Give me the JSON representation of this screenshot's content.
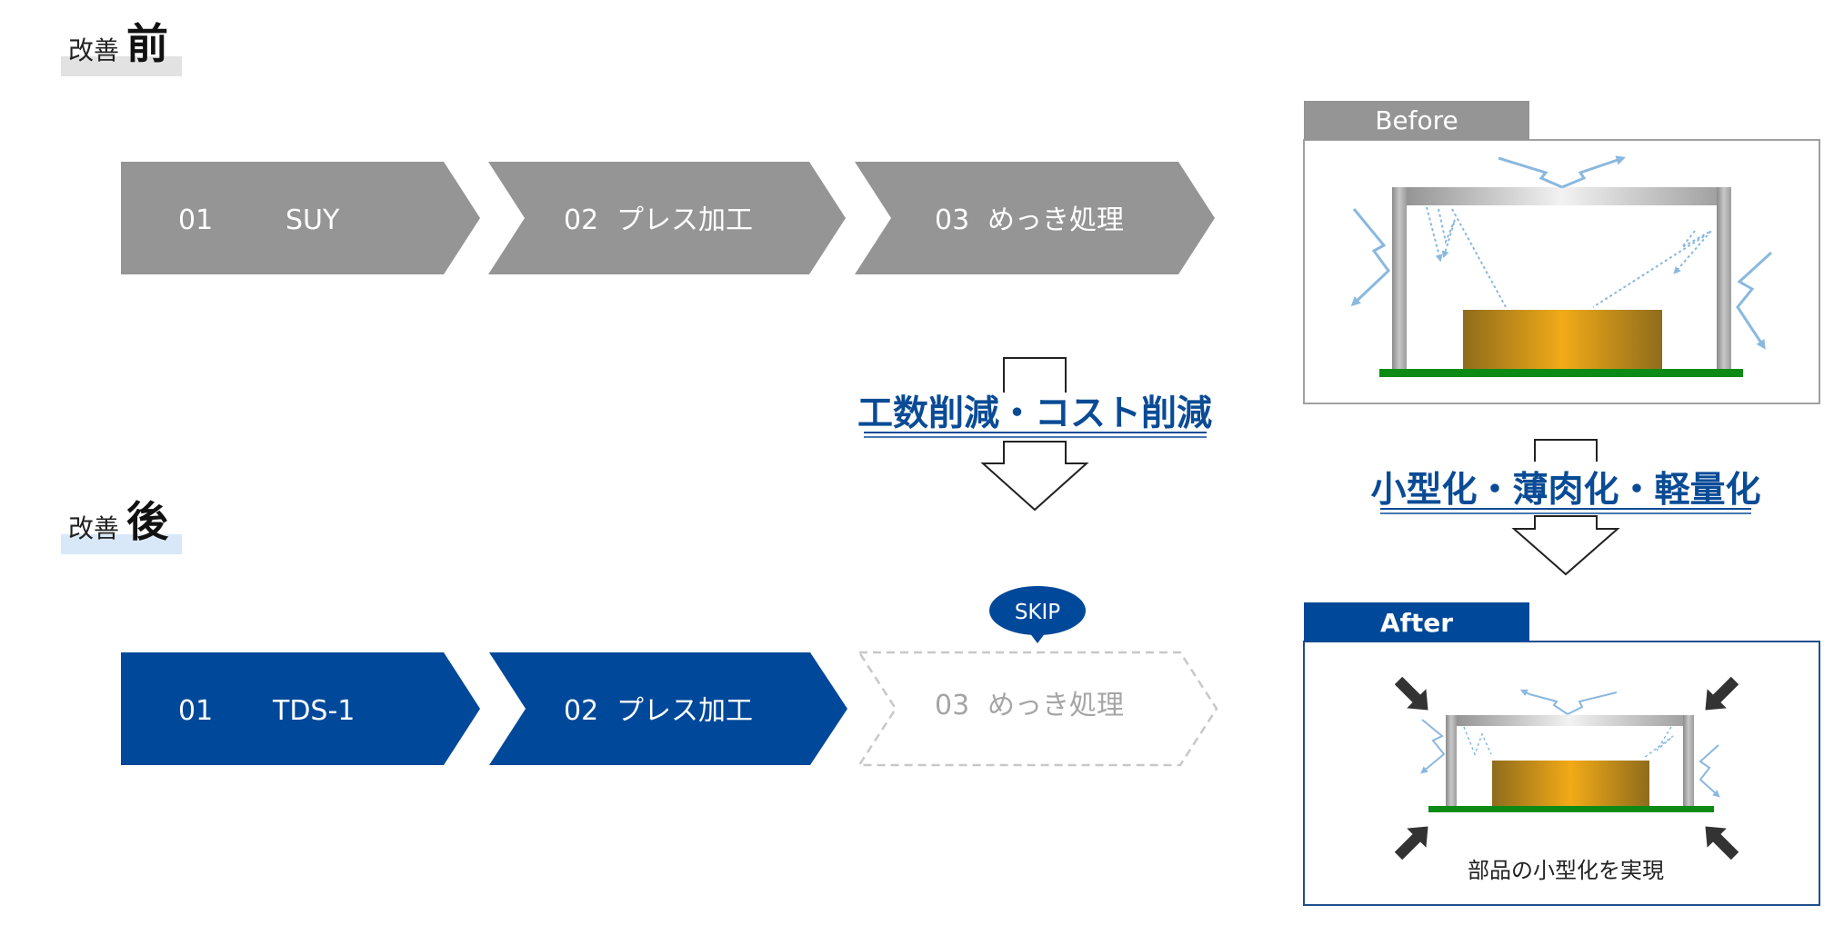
{
  "before": {
    "heading_small": "改善",
    "heading_big": "前",
    "steps": [
      {
        "num": "01",
        "label": "SUY"
      },
      {
        "num": "02",
        "label": "プレス加工"
      },
      {
        "num": "03",
        "label": "めっき処理"
      }
    ]
  },
  "after": {
    "heading_small": "改善",
    "heading_big": "後",
    "steps": [
      {
        "num": "01",
        "label": "TDS-1"
      },
      {
        "num": "02",
        "label": "プレス加工"
      },
      {
        "num": "03",
        "label": "めっき処理"
      }
    ],
    "skip_label": "SKIP"
  },
  "benefit_process": "工数削減・コスト削減",
  "benefit_product": "小型化・薄肉化・軽量化",
  "before_panel": {
    "tab": "Before"
  },
  "after_panel": {
    "tab": "After",
    "caption": "部品の小型化を実現"
  },
  "colors": {
    "gray_step": "#959595",
    "blue_step": "#00489a",
    "benefit_text": "#0a4b95",
    "board": "#0b8a16",
    "signal": "#8ab8df"
  }
}
